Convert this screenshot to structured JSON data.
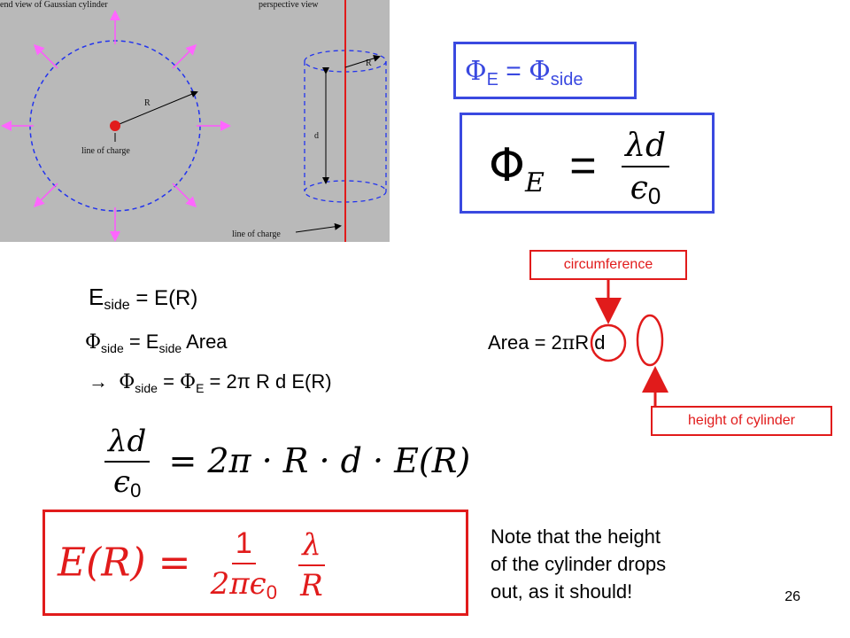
{
  "figure": {
    "end_view_title": "end view of Gaussian cylinder",
    "perspective_title": "perspective view",
    "radius_label": "R",
    "radius_label_persp": "R",
    "height_label": "d",
    "line_label_end": "line of charge",
    "line_label_persp": "line of charge"
  },
  "top_box": {
    "phi": "Φ",
    "sub_e": "E",
    "equals": " = ",
    "phi2": "Φ",
    "sub_side": "side"
  },
  "flux_box": {
    "phi": "Φ",
    "sub": "E",
    "equals": "=",
    "num": "λd",
    "den_eps": "ϵ",
    "den_sub": "0"
  },
  "callouts": {
    "circumference": "circumference",
    "height": "height of cylinder"
  },
  "eq1": {
    "e": "E",
    "sub": "side",
    "rest": " = E(R)"
  },
  "eq2": {
    "phi": "Φ",
    "sub1": "side",
    "mid": " = E",
    "sub2": "side",
    "rest": " Area"
  },
  "eq3": {
    "arrow": "→",
    "phi": "Φ",
    "sub1": "side",
    "mid": " = ",
    "phi2": "Φ",
    "sub2": "E",
    "rest": " = 2π R d E(R)"
  },
  "area": {
    "prefix": "Area = ",
    "two": "2",
    "pi": "π",
    "r": "R",
    "space": " ",
    "d": "d"
  },
  "eq4": {
    "num": "λd",
    "den_eps": "ϵ",
    "den_sub": "0",
    "rhs": "= 2π · R · d · E(R)"
  },
  "result": {
    "lhs": "E(R) =",
    "num1": "1",
    "den1": "2πϵ",
    "den1_sub": "0",
    "num2": "λ",
    "den2": "R"
  },
  "note": {
    "line1": "Note that the height",
    "line2": "of the cylinder drops",
    "line3": "out, as it should!"
  },
  "page_number": "26",
  "colors": {
    "blue": "#3a49e0",
    "red": "#e11b1b",
    "figure_bg": "#b9b9b9"
  }
}
